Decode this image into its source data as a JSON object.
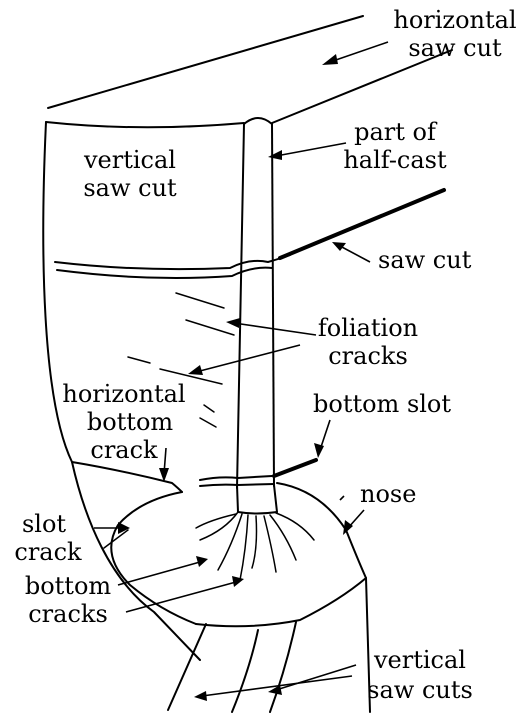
{
  "labels": {
    "horizontal_saw_cut": [
      "horizontal",
      "saw cut"
    ],
    "vertical_saw_cut": [
      "vertical",
      "saw cut"
    ],
    "part_of_half_cast": [
      "part of",
      "half-cast"
    ],
    "saw_cut": "saw cut",
    "foliation_cracks": [
      "foliation",
      "cracks"
    ],
    "horizontal_bottom_crack": [
      "horizontal",
      "bottom",
      "crack"
    ],
    "bottom_slot": "bottom slot",
    "nose": "nose",
    "slot_crack": [
      "slot",
      "crack"
    ],
    "bottom_cracks": [
      "bottom",
      "cracks"
    ],
    "vertical_saw_cuts": [
      "vertical",
      "saw cuts"
    ]
  }
}
